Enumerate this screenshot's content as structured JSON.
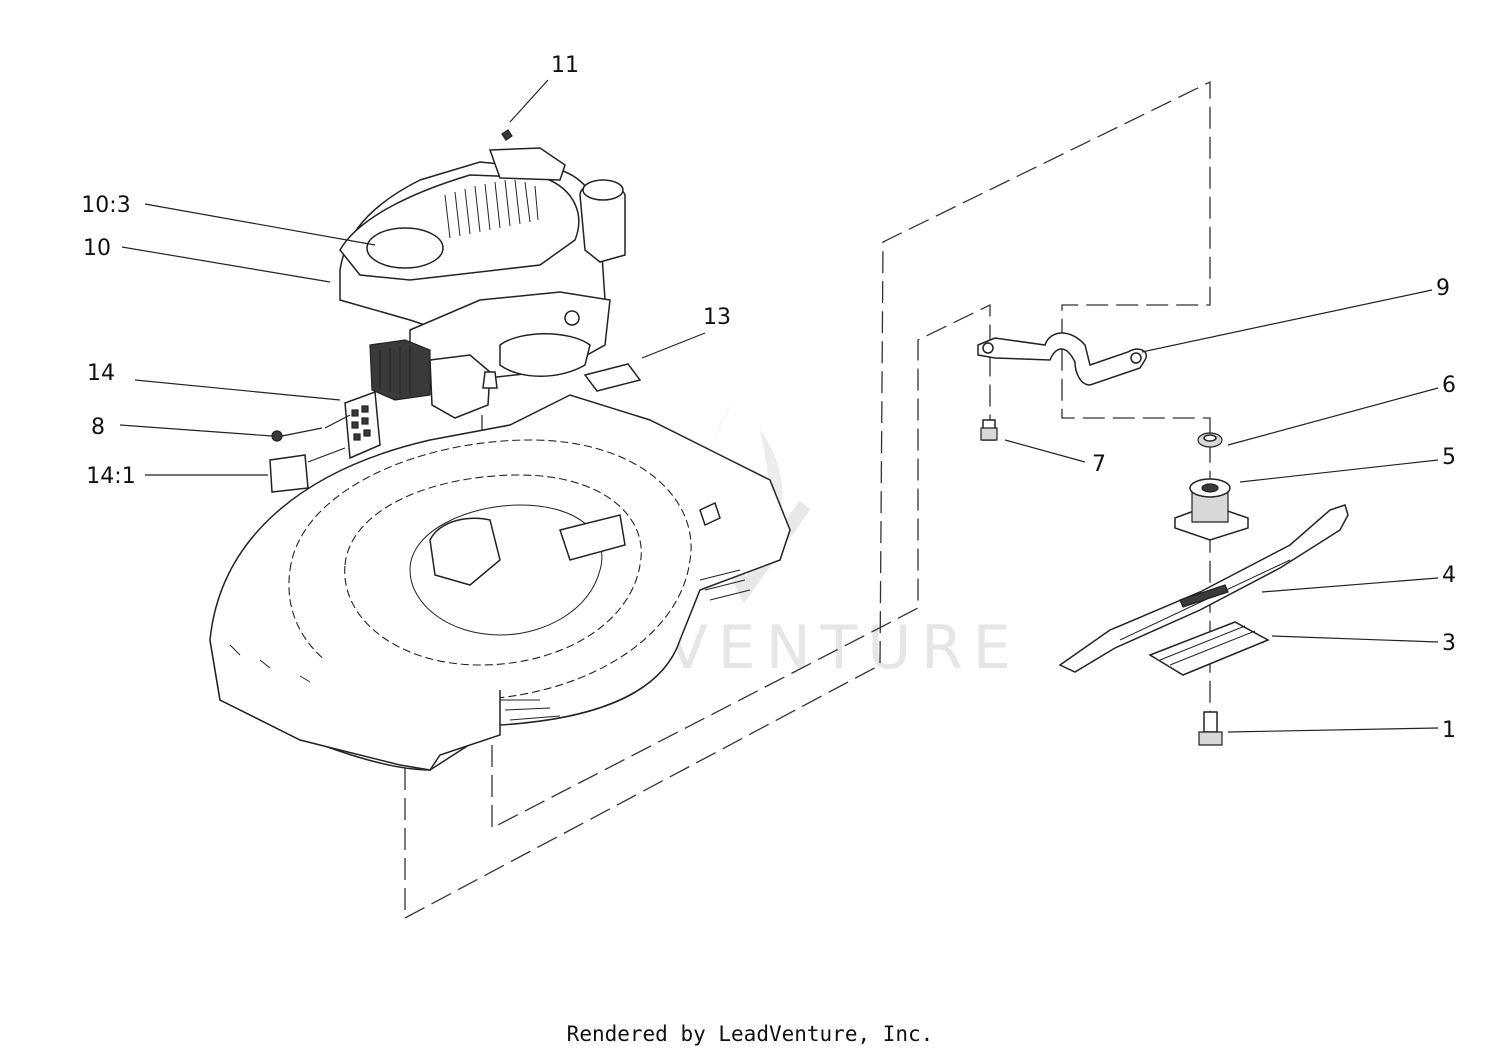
{
  "callouts": [
    {
      "id": "1",
      "label": "1"
    },
    {
      "id": "3",
      "label": "3"
    },
    {
      "id": "4",
      "label": "4"
    },
    {
      "id": "5",
      "label": "5"
    },
    {
      "id": "6",
      "label": "6"
    },
    {
      "id": "7",
      "label": "7"
    },
    {
      "id": "8",
      "label": "8"
    },
    {
      "id": "9",
      "label": "9"
    },
    {
      "id": "10",
      "label": "10"
    },
    {
      "id": "10:3",
      "label": "10:3"
    },
    {
      "id": "11",
      "label": "11"
    },
    {
      "id": "13",
      "label": "13"
    },
    {
      "id": "14",
      "label": "14"
    },
    {
      "id": "14:1",
      "label": "14:1"
    }
  ],
  "watermark": "LEADVENTURE",
  "footer": "Rendered by LeadVenture, Inc."
}
